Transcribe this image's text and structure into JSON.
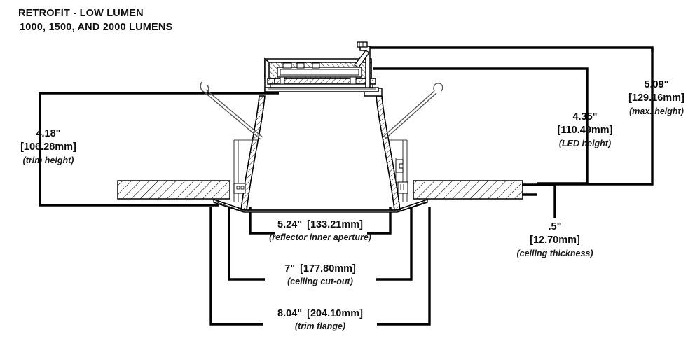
{
  "title": {
    "line1": "RETROFIT - LOW LUMEN",
    "line2": "1000, 1500, AND 2000 LUMENS"
  },
  "colors": {
    "ink": "#000000",
    "line": "#000000",
    "background": "#ffffff",
    "thin_line": "#333333"
  },
  "dimensions": {
    "trim_height": {
      "value": "4.18\"",
      "mm": "[106.28mm]",
      "note": "(trim height)"
    },
    "led_height": {
      "value": "4.35\"",
      "mm": "[110.49mm]",
      "note": "(LED height)"
    },
    "max_height": {
      "value": "5.09\"",
      "mm": "[129.16mm]",
      "note": "(max. height)"
    },
    "reflector_inner_aperture": {
      "value": "5.24\"",
      "mm": "[133.21mm]",
      "note": "(reflector inner aperture)"
    },
    "ceiling_cutout": {
      "value": "7\"",
      "mm": "[177.80mm]",
      "note": "(ceiling cut-out)"
    },
    "trim_flange": {
      "value": "8.04\"",
      "mm": "[204.10mm]",
      "note": "(trim flange)"
    },
    "ceiling_thickness": {
      "value": ".5\"",
      "mm": "[12.70mm]",
      "note": "(ceiling thickness)"
    }
  },
  "drawing": {
    "name": "recessed-downlight-section-view",
    "parts": [
      "led-driver-housing",
      "reflector-cone",
      "ceiling-slab-left",
      "ceiling-slab-right",
      "trim-flange",
      "torsion-spring-left",
      "torsion-spring-right"
    ]
  }
}
